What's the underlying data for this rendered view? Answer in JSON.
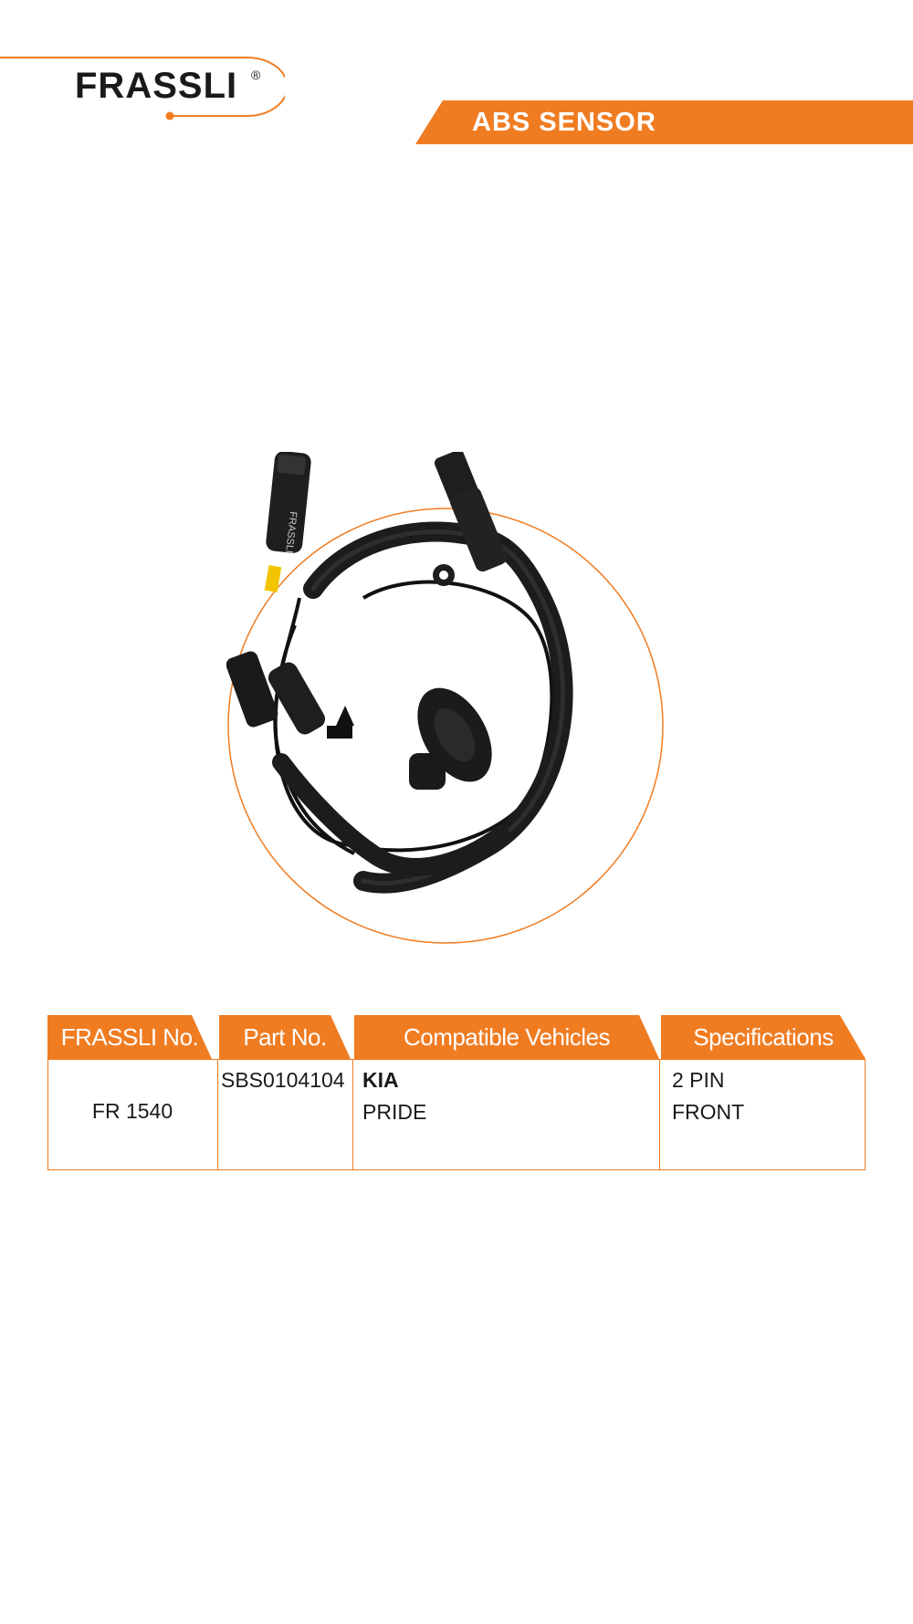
{
  "brand": {
    "logo_text": "FRASSLI",
    "registered_mark": "®",
    "accent_color": "#f07c22"
  },
  "banner": {
    "title": "ABS SENSOR"
  },
  "product_image": {
    "icon": "abs-sensor-cable-photo",
    "printed_label": "FRASSLI"
  },
  "table": {
    "headers": [
      "FRASSLI No.",
      "Part No.",
      "Compatible Vehicles",
      "Specifications"
    ],
    "row": {
      "frassli_no": "FR 1540",
      "part_no": "SBS0104104",
      "vehicle_make": "KIA",
      "vehicle_model": "PRIDE",
      "spec_line1": "2 PIN",
      "spec_line2": "FRONT"
    }
  }
}
